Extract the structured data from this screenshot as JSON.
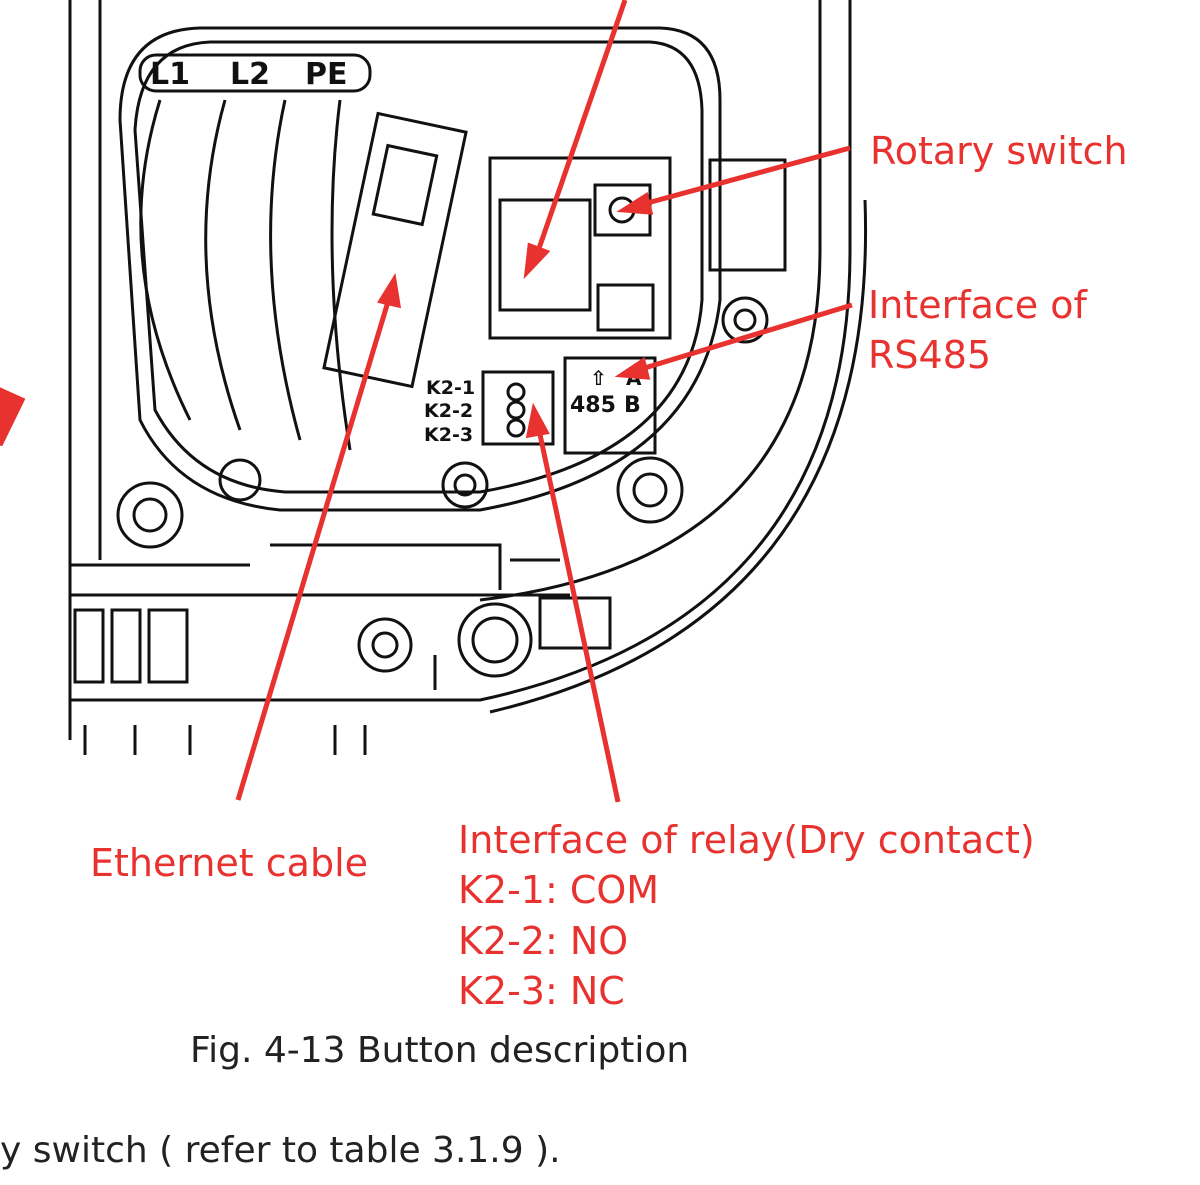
{
  "terminal_labels": [
    "L1",
    "L2",
    "PE"
  ],
  "relay_pin_labels": [
    "K2-1",
    "K2-2",
    "K2-3"
  ],
  "rs485_board_label": "485",
  "rs485_pin_a": "A",
  "rs485_pin_b": "B",
  "rs485_arrow": "⇧",
  "callouts": {
    "rotary_switch": "Rotary switch",
    "rs485_line1": "Interface of",
    "rs485_line2": "RS485",
    "ethernet": "Ethernet cable",
    "relay_title": "Interface of relay(Dry contact)",
    "relay_lines": [
      "K2-1: COM",
      "K2-2: NO",
      "K2-3: NC"
    ]
  },
  "figure_caption": "Fig. 4-13 Button description",
  "body_text": "y switch ( refer to table 3.1.9 ).",
  "colors": {
    "callout": "#e8322f",
    "line_art": "#111111"
  }
}
